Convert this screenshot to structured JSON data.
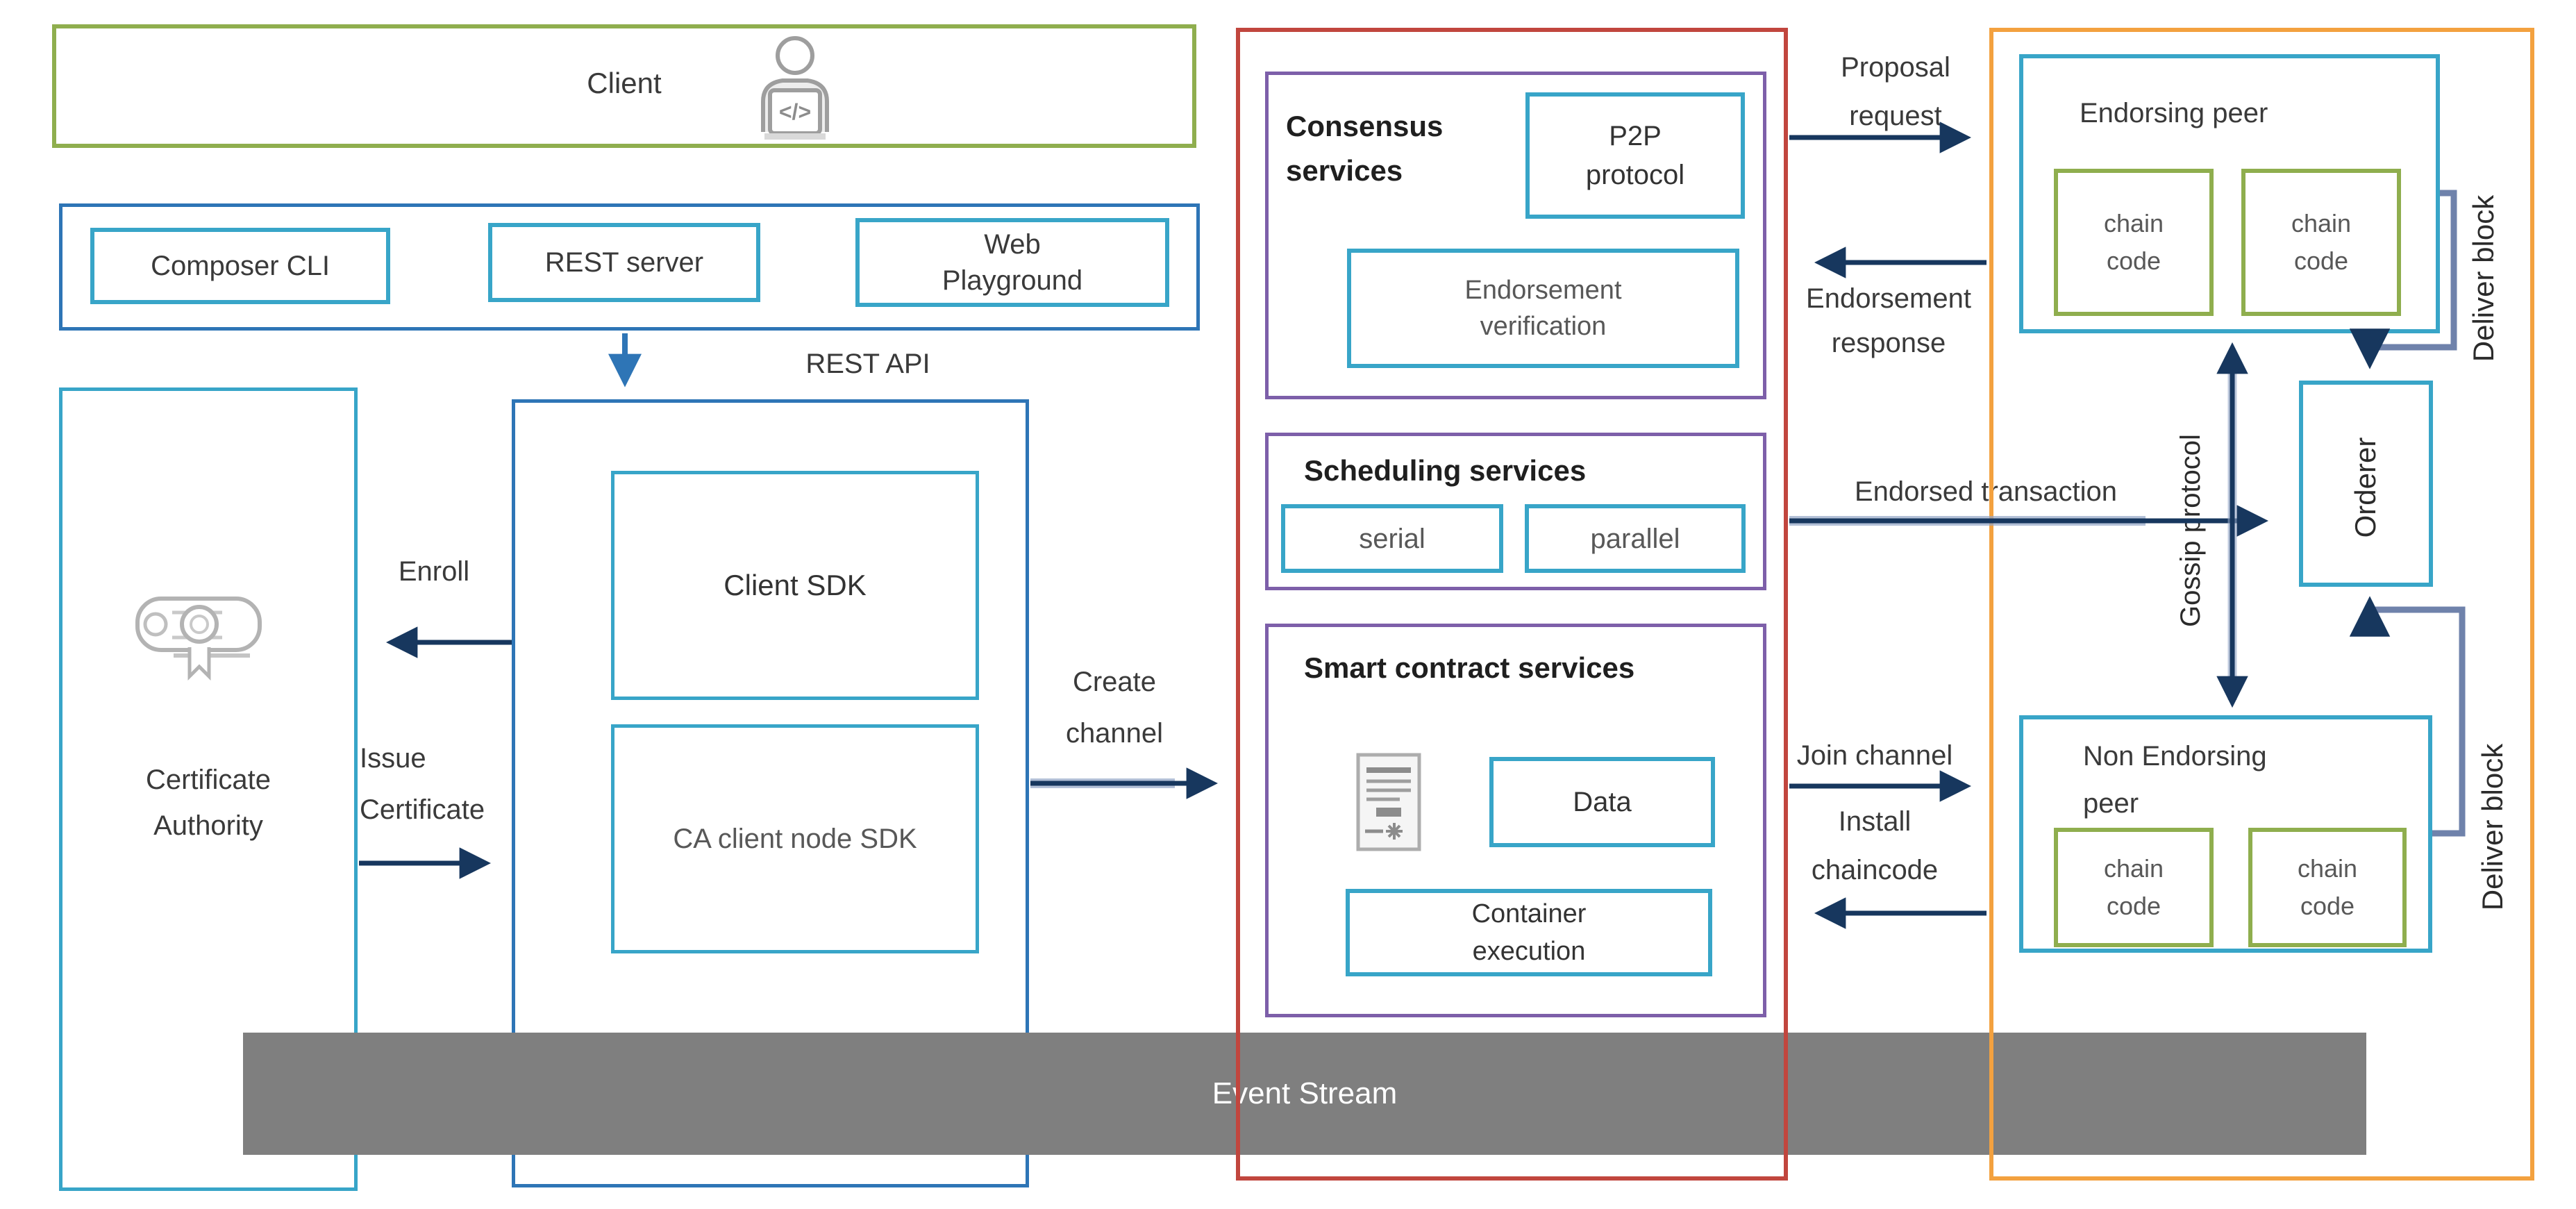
{
  "colors": {
    "green_border": "#8FAE4E",
    "blue_border": "#2E75B6",
    "cyan_border": "#38A5C8",
    "red_border": "#C1463E",
    "purple_border": "#7D5FA9",
    "orange_border": "#F3A13F",
    "navy_arrow": "#17375E",
    "steel_connector": "#6F82AB",
    "event_bar_gray": "#7F7F7F"
  },
  "client": {
    "label": "Client",
    "icon": "person-at-laptop-icon"
  },
  "tools": {
    "composer_cli": "Composer  CLI",
    "rest_server": "REST server",
    "web_playground": "Web\nPlayground"
  },
  "certificate_authority": {
    "label": "Certificate\nAuthority",
    "icon": "certificate-icon"
  },
  "sdk": {
    "client_sdk": "Client  SDK",
    "ca_client_node_sdk": "CA client node SDK"
  },
  "fabric_core": {
    "consensus": {
      "title": "Consensus\nservices",
      "p2p": "P2P\nprotocol",
      "endorsement_verification": "Endorsement\nverification"
    },
    "scheduling": {
      "title": "Scheduling  services",
      "serial": "serial",
      "parallel": "parallel"
    },
    "smart_contract": {
      "title": "Smart contract  services",
      "data": "Data",
      "container_execution": "Container\nexecution",
      "icon": "contract-document-icon"
    }
  },
  "peers": {
    "endorsing": {
      "title": "Endorsing  peer",
      "chaincode_left": "chain\ncode",
      "chaincode_right": "chain\ncode"
    },
    "non_endorsing": {
      "title": "Non Endorsing\npeer",
      "chaincode_left": "chain\ncode",
      "chaincode_right": "chain\ncode"
    },
    "orderer": "Orderer"
  },
  "flows": {
    "rest_api": "REST API",
    "enroll": "Enroll",
    "issue_certificate": "Issue\nCertificate",
    "create_channel": "Create\nchannel",
    "proposal_request": "Proposal\nrequest",
    "endorsement_response": "Endorsement\nresponse",
    "endorsed_transaction": "Endorsed  transaction",
    "join_channel": "Join channel",
    "install_chaincode": "Install\nchaincode",
    "gossip_protocol": "Gossip protocol",
    "deliver_block_top": "Deliver block",
    "deliver_block_bottom": "Deliver block"
  },
  "event_stream": {
    "label": "Event Stream"
  }
}
